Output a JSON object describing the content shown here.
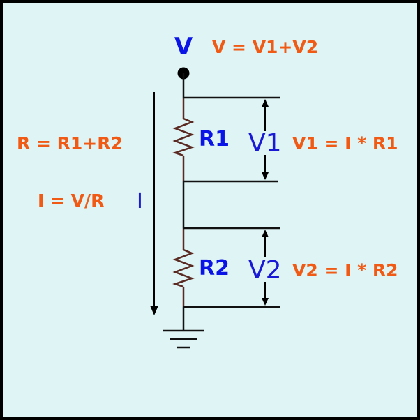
{
  "node_label": "V",
  "equations": {
    "total_voltage": "V = V1+V2",
    "total_resistance": "R = R1+R2",
    "current": "I = V/R",
    "v1": "V1 = I * R1",
    "v2": "V2 = I * R2"
  },
  "labels": {
    "r1": "R1",
    "r2": "R2",
    "v1": "V1",
    "v2": "V2",
    "current": "I"
  },
  "colors": {
    "background": "#dff4f4",
    "border": "#000000",
    "label_blue": "#0a14e6",
    "equation_orange": "#f05a14",
    "resistor": "#5a2a22"
  }
}
